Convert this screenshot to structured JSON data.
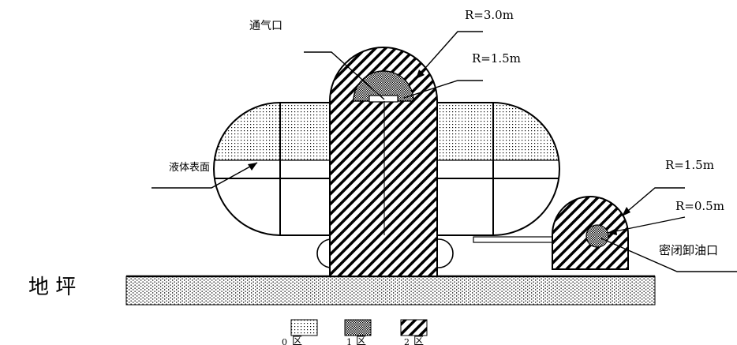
{
  "labels": {
    "vent": "通气口",
    "r_outer_top": "R=3.0m",
    "r_inner_top": "R=1.5m",
    "liquid_surface": "液体表面",
    "r_outer_right": "R=1.5m",
    "r_inner_right": "R=0.5m",
    "closed_unloading_port": "密闭卸油口",
    "ground": "地 坪"
  },
  "legend": [
    {
      "pattern": "dots",
      "num": "0",
      "text": "区"
    },
    {
      "pattern": "cross",
      "num": "1",
      "text": "区"
    },
    {
      "pattern": "hatch",
      "num": "2",
      "text": "区"
    }
  ],
  "colors": {
    "line": "#000000",
    "background": "#ffffff"
  }
}
